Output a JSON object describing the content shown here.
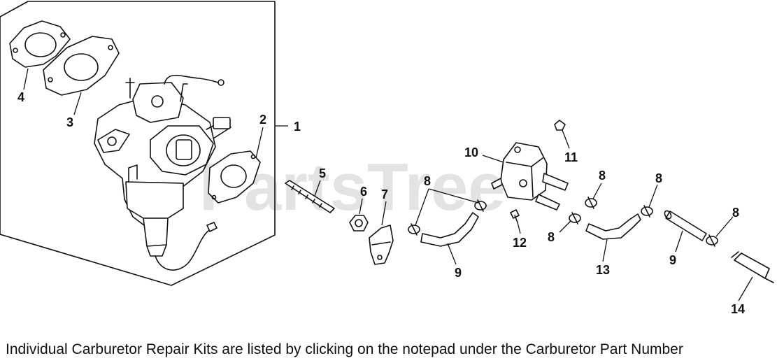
{
  "watermark": "PartsTree",
  "callouts": {
    "c1": "1",
    "c2": "2",
    "c3": "3",
    "c4": "4",
    "c5": "5",
    "c6": "6",
    "c7": "7",
    "c8a": "8",
    "c8b": "8",
    "c8c": "8",
    "c8d": "8",
    "c8e": "8",
    "c9a": "9",
    "c9b": "9",
    "c10": "10",
    "c11": "11",
    "c12": "12",
    "c13": "13",
    "c14": "14"
  },
  "footer": "Individual Carburetor Repair Kits are listed by clicking on the notepad under the Carburetor Part Number"
}
